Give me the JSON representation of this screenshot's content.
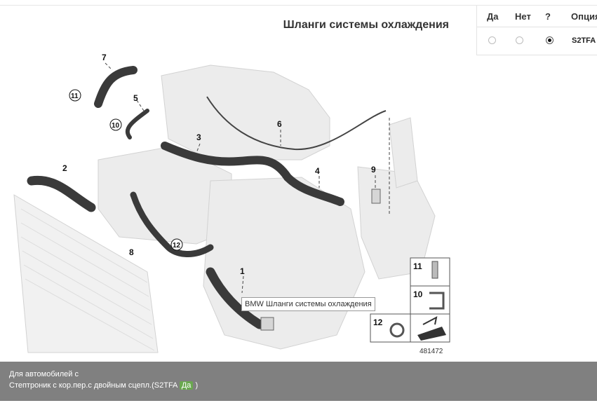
{
  "diagram": {
    "title": "Шланги системы охлаждения",
    "tooltip": "BMW Шланги системы охлаждения",
    "image_number": "481472",
    "callouts": [
      "7",
      "11",
      "5",
      "10",
      "3",
      "6",
      "2",
      "4",
      "9",
      "8",
      "12",
      "1"
    ],
    "legend_numbers": [
      "11",
      "10",
      "12"
    ]
  },
  "options": {
    "headers": {
      "yes": "Да",
      "no": "Нет",
      "q": "?",
      "option": "Опция"
    },
    "row": {
      "code": "S2TFA",
      "selected": "?"
    }
  },
  "footer": {
    "line1": "Для автомобилей с",
    "line2_prefix": "Стептроник с кор.пер.с двойным сцепл.(S2TFA ",
    "line2_badge": "Да",
    "line2_suffix": " )"
  },
  "colors": {
    "footer_bg": "#808080",
    "badge": "#6aa84f",
    "hose": "#3a3a3a"
  }
}
